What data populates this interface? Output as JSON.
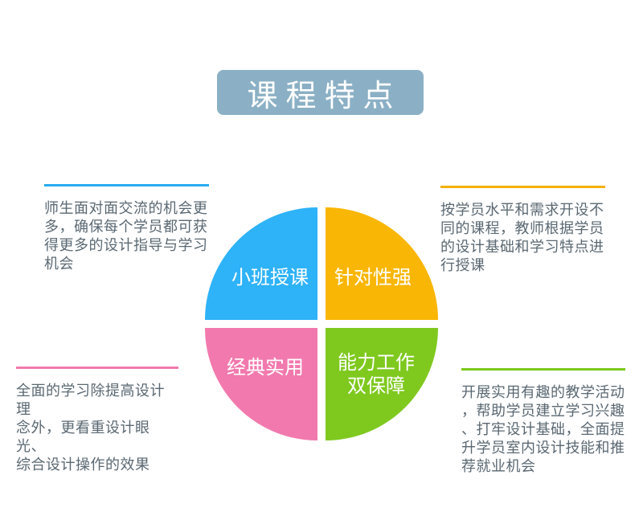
{
  "page": {
    "background": "#ffffff",
    "body_text_color": "#5A6872"
  },
  "title": {
    "text": "课程特点",
    "bg_color": "#8BB0C5",
    "text_color": "#FFFFFF"
  },
  "pie": {
    "label_text_color": "#FFFFFF",
    "quadrants": [
      {
        "id": "small-class-teaching",
        "label": "小班授课",
        "color": "#2EB2F8"
      },
      {
        "id": "highly-targeted",
        "label": "针对性强",
        "color": "#F9B604"
      },
      {
        "id": "classic-practical",
        "label": "经典实用",
        "color": "#F279AE"
      },
      {
        "id": "ability-job-dual-guarantee",
        "label": "能力工作\n双保障",
        "color": "#7FC91F"
      }
    ]
  },
  "notes": [
    {
      "position": "top-left",
      "accent_color": "#29ABF1",
      "text": "师生面对面交流的机会更\n多，确保每个学员都可获\n得更多的设计指导与学习\n机会"
    },
    {
      "position": "top-right",
      "accent_color": "#F5B000",
      "text": "按学员水平和需求开设不\n同的课程，教师根据学员\n的设计基础和学习特点进\n行授课"
    },
    {
      "position": "bottom-left",
      "accent_color": "#F279AE",
      "text": "全面的学习除提高设计理\n念外，更看重设计眼光、\n综合设计操作的效果"
    },
    {
      "position": "bottom-right",
      "accent_color": "#7DC71E",
      "text": "开展实用有趣的教学活动\n，帮助学员建立学习兴趣\n、打牢设计基础，全面提\n升学员室内设计技能和推\n荐就业机会"
    }
  ]
}
